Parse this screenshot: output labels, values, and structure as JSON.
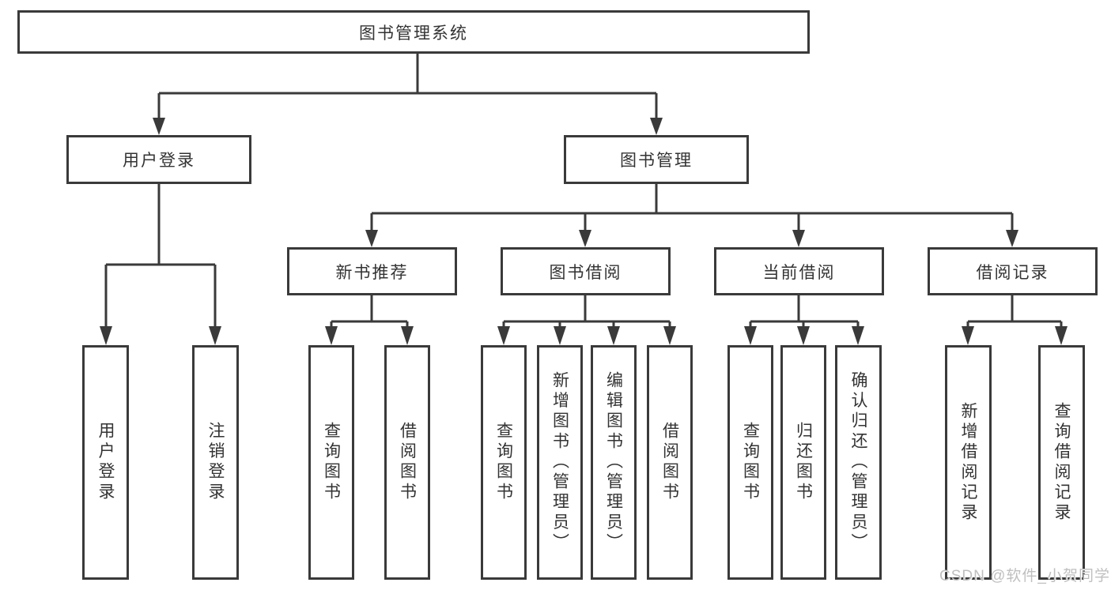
{
  "diagram": {
    "title": "图书管理系统",
    "level2": {
      "user_login": "用户登录",
      "book_management": "图书管理"
    },
    "level3": {
      "new_book_recommend": "新书推荐",
      "book_borrow": "图书借阅",
      "current_borrow": "当前借阅",
      "borrow_records": "借阅记录"
    },
    "leaves": {
      "login": [
        "用户登录",
        "注销登录"
      ],
      "recommend": [
        "查询图书",
        "借阅图书"
      ],
      "borrow": [
        "查询图书",
        "新增图书（管理员）",
        "编辑图书（管理员）",
        "借阅图书"
      ],
      "current": [
        "查询图书",
        "归还图书",
        "确认归还（管理员）"
      ],
      "records": [
        "新增借阅记录",
        "查询借阅记录"
      ]
    }
  },
  "watermark": {
    "text": "CSDN @软件_小贺同学",
    "color": "#bfbfbf"
  },
  "colors": {
    "line": "#3a3a3a",
    "text": "#333333",
    "background": "#ffffff"
  }
}
